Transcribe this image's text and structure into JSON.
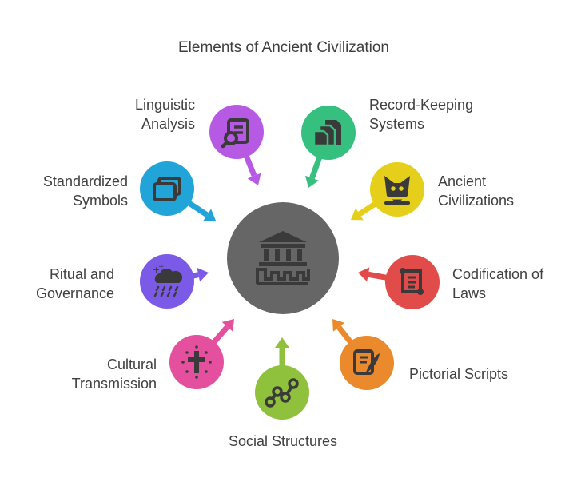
{
  "title": "Elements of Ancient Civilization",
  "center": {
    "color": "#666666",
    "icon": "temple-icon"
  },
  "nodes": [
    {
      "id": "linguistic-analysis",
      "lines": [
        "Linguistic",
        "Analysis"
      ],
      "color": "#b65ae3",
      "icon": "document-search-icon"
    },
    {
      "id": "record-keeping-systems",
      "lines": [
        "Record-Keeping",
        "Systems"
      ],
      "color": "#36c07f",
      "icon": "stacked-files-icon"
    },
    {
      "id": "ancient-civilizations",
      "lines": [
        "Ancient",
        "Civilizations"
      ],
      "color": "#e5cf1a",
      "icon": "pharaoh-icon"
    },
    {
      "id": "codification-of-laws",
      "lines": [
        "Codification of",
        "Laws"
      ],
      "color": "#e14c4a",
      "icon": "scroll-icon"
    },
    {
      "id": "pictorial-scripts",
      "lines": [
        "Pictorial Scripts"
      ],
      "color": "#ea8a2c",
      "icon": "quill-scroll-icon"
    },
    {
      "id": "social-structures",
      "lines": [
        "Social Structures"
      ],
      "color": "#8fc13d",
      "icon": "network-icon"
    },
    {
      "id": "cultural-transmission",
      "lines": [
        "Cultural",
        "Transmission"
      ],
      "color": "#e4509e",
      "icon": "cross-icon"
    },
    {
      "id": "ritual-and-governance",
      "lines": [
        "Ritual and",
        "Governance"
      ],
      "color": "#7b5ae8",
      "icon": "rain-cloud-icon"
    },
    {
      "id": "standardized-symbols",
      "lines": [
        "Standardized",
        "Symbols"
      ],
      "color": "#21a4d8",
      "icon": "cards-icon"
    }
  ]
}
